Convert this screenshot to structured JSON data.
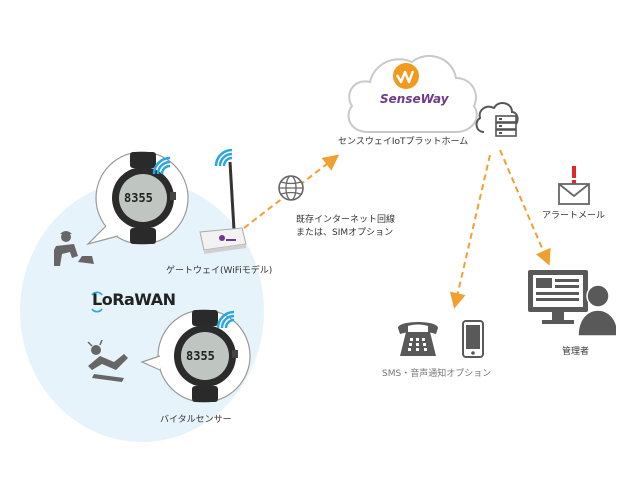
{
  "cloud": {
    "brand": "SenseWay",
    "label": "センスウェイIoTプラットホーム"
  },
  "internet": {
    "line1": "既存インターネット回線",
    "line2": "または、SIMオプション"
  },
  "gateway": {
    "label": "ゲートウェイ(WiFiモデル)"
  },
  "lorawan": {
    "logo_text": "LoRaWAN"
  },
  "vital_sensor": {
    "label": "バイタルセンサー"
  },
  "watch_top": {
    "time": "8355"
  },
  "watch_bottom": {
    "time": "8355"
  },
  "alert_mail": {
    "label": "アラートメール"
  },
  "admin": {
    "label": "管理者"
  },
  "notify": {
    "label": "SMS・音声通知オプション"
  },
  "colors": {
    "bubble": "#e6f3fb",
    "arrow": "#f0a030",
    "icon_gray": "#555555",
    "wifi_blue": "#2aa7e0",
    "brand_orange": "#f29a1f",
    "brand_purple": "#6e3b8c",
    "alert_red": "#e0272b"
  }
}
